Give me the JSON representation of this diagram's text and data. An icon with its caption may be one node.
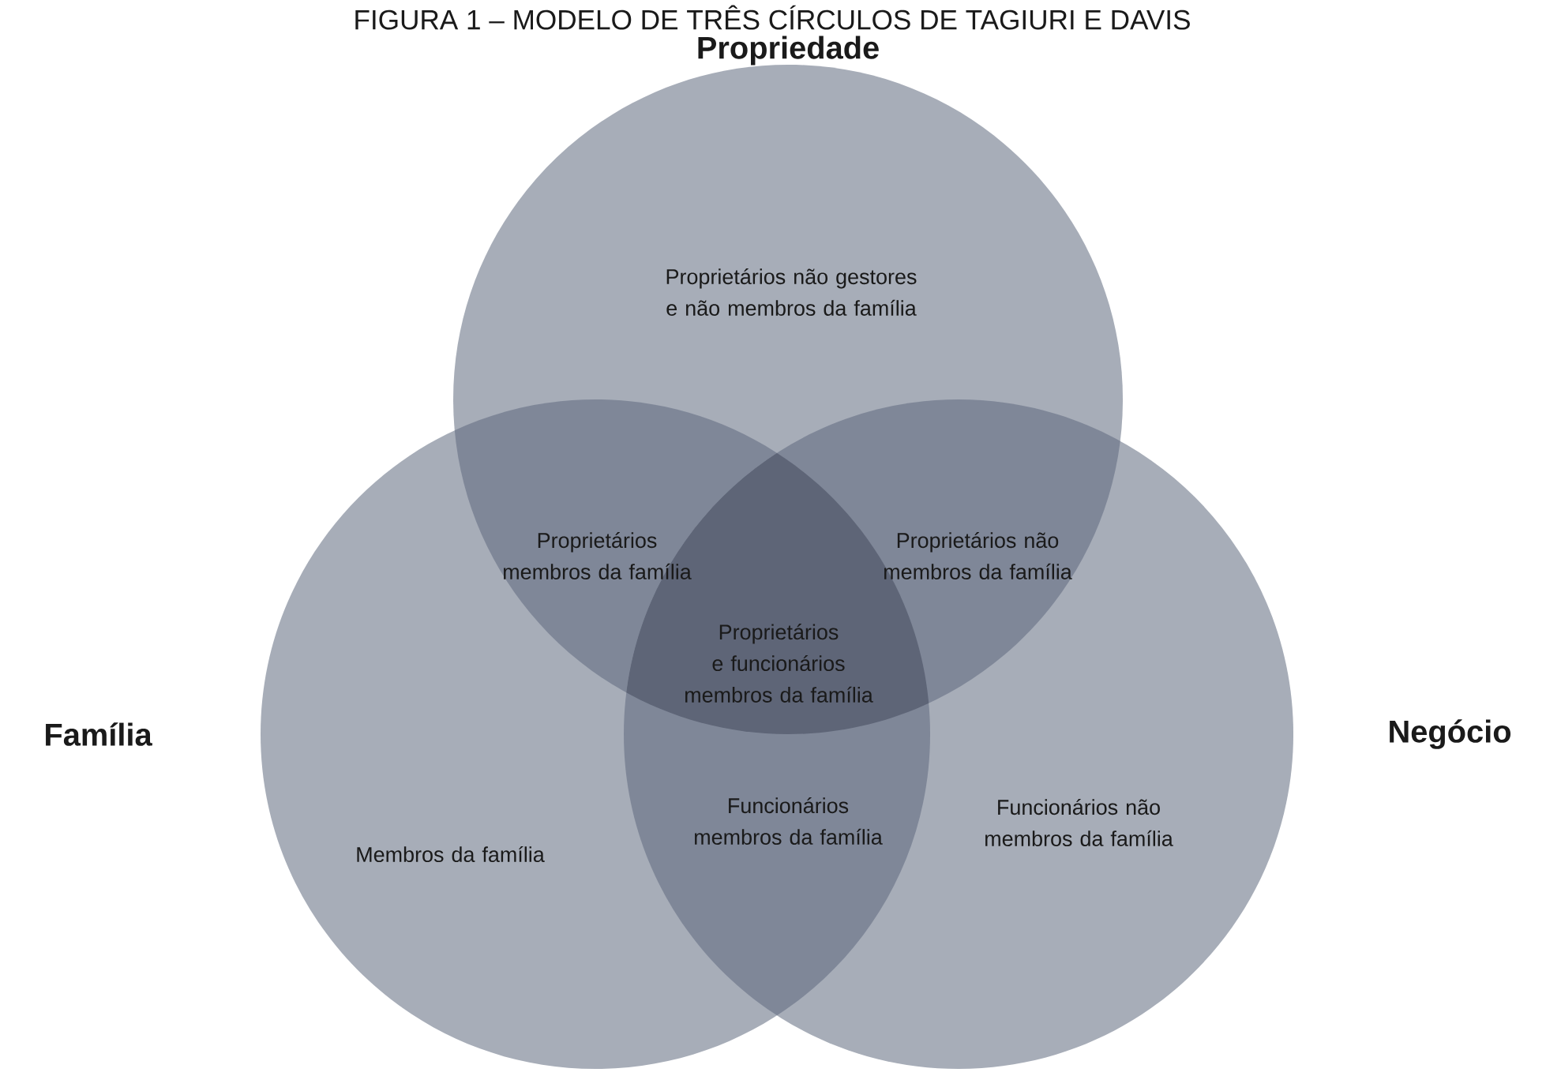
{
  "diagram": {
    "title": "FIGURA 1 – MODELO DE TRÊS CÍRCULOS DE TAGIURI E DAVIS",
    "nodes": [
      {
        "text": [
          "Propriedade",
          "Proprietários não gestores e não membros da família"
        ]
      },
      {
        "text": [
          "Família",
          "Membros da família"
        ]
      },
      {
        "text": [
          "Negócio",
          "Funcionários não membros da família"
        ]
      }
    ],
    "labels": [
      "Proprietários membros da família",
      "Proprietários não membros da família",
      "Proprietários e funcionários membros da família",
      "Funcionários membros da família"
    ]
  }
}
